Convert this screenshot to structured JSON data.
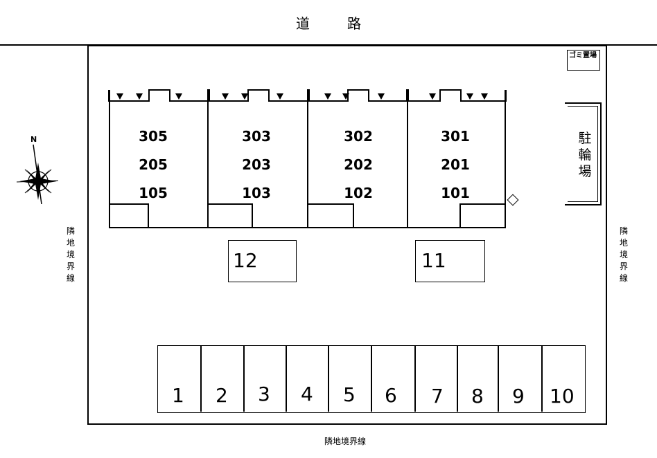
{
  "road": {
    "label": "道路"
  },
  "boundary": {
    "left": "隣地境界線",
    "right": "隣地境界線",
    "bottom": "隣地境界線"
  },
  "compass": {
    "north_label": "N"
  },
  "facilities": {
    "trash": "ゴミ置場",
    "bicycle_parking": "駐輪場"
  },
  "building": {
    "columns": [
      {
        "units": [
          "305",
          "205",
          "105"
        ]
      },
      {
        "units": [
          "303",
          "203",
          "103"
        ]
      },
      {
        "units": [
          "302",
          "202",
          "102"
        ]
      },
      {
        "units": [
          "301",
          "201",
          "101"
        ]
      }
    ]
  },
  "parking": {
    "upper": [
      "12",
      "11"
    ],
    "lower": [
      "1",
      "2",
      "3",
      "4",
      "5",
      "6",
      "7",
      "8",
      "9",
      "10"
    ]
  }
}
